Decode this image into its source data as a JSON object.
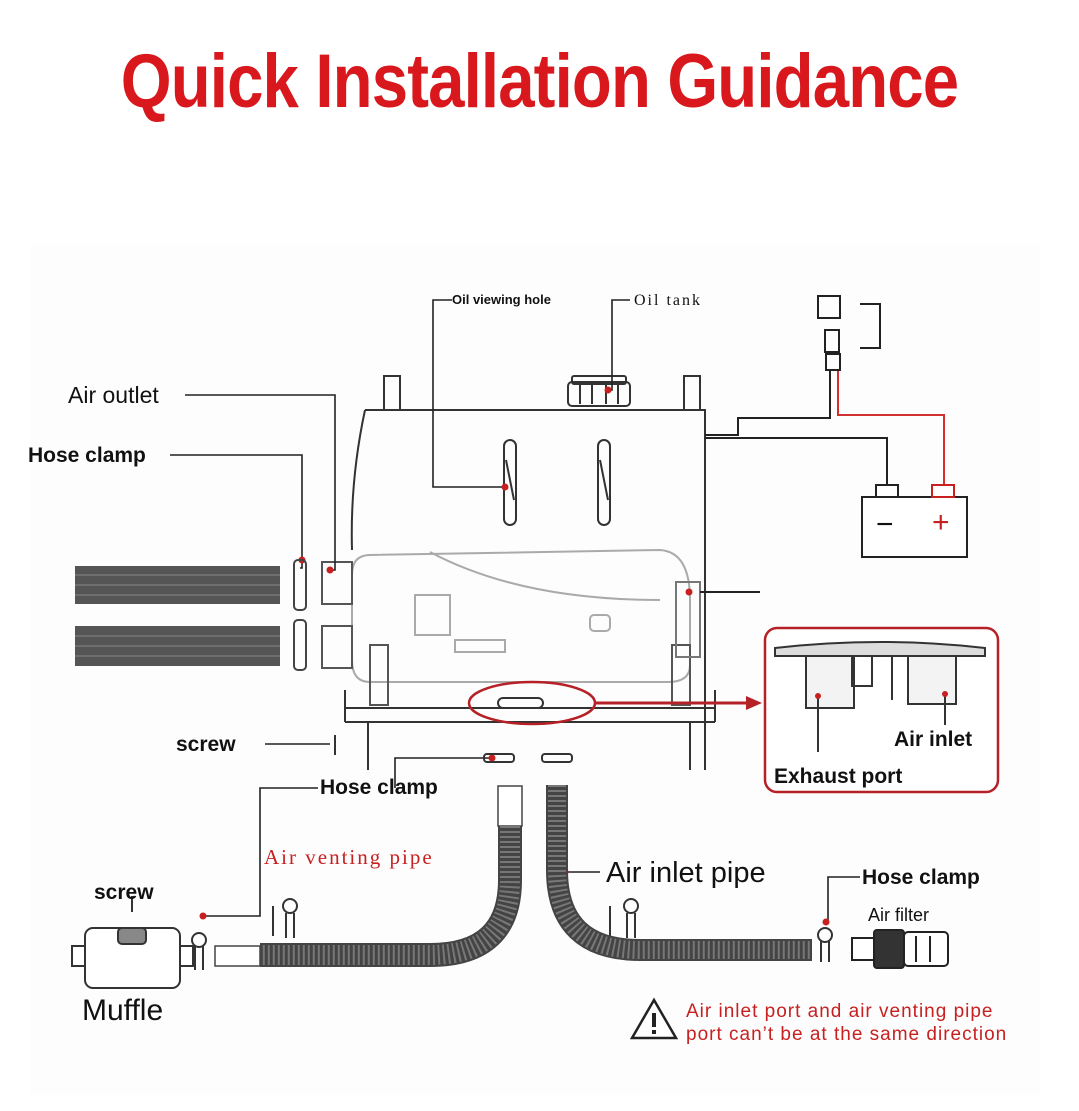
{
  "title": "Quick Installation Guidance",
  "labels": {
    "oil_viewing_hole": "Oil viewing hole",
    "oil_tank": "Oil tank",
    "air_outlet": "Air outlet",
    "hose_clamp_top": "Hose clamp",
    "screw_mid": "screw",
    "hose_clamp_mid": "Hose clamp",
    "air_venting_pipe": "Air venting pipe",
    "air_inlet_pipe": "Air inlet pipe",
    "hose_clamp_right": "Hose clamp",
    "air_filter": "Air filter",
    "screw_left": "screw",
    "muffle": "Muffle",
    "air_inlet": "Air inlet",
    "exhaust_port": "Exhaust port",
    "battery_minus": "−",
    "battery_plus": "+"
  },
  "warning": {
    "line1": "Air inlet port and air venting pipe",
    "line2": "port can’t be at the same direction"
  },
  "colors": {
    "title": "#d8181c",
    "highlight": "#b52126",
    "wire_red": "#d23030",
    "line": "#222222"
  }
}
